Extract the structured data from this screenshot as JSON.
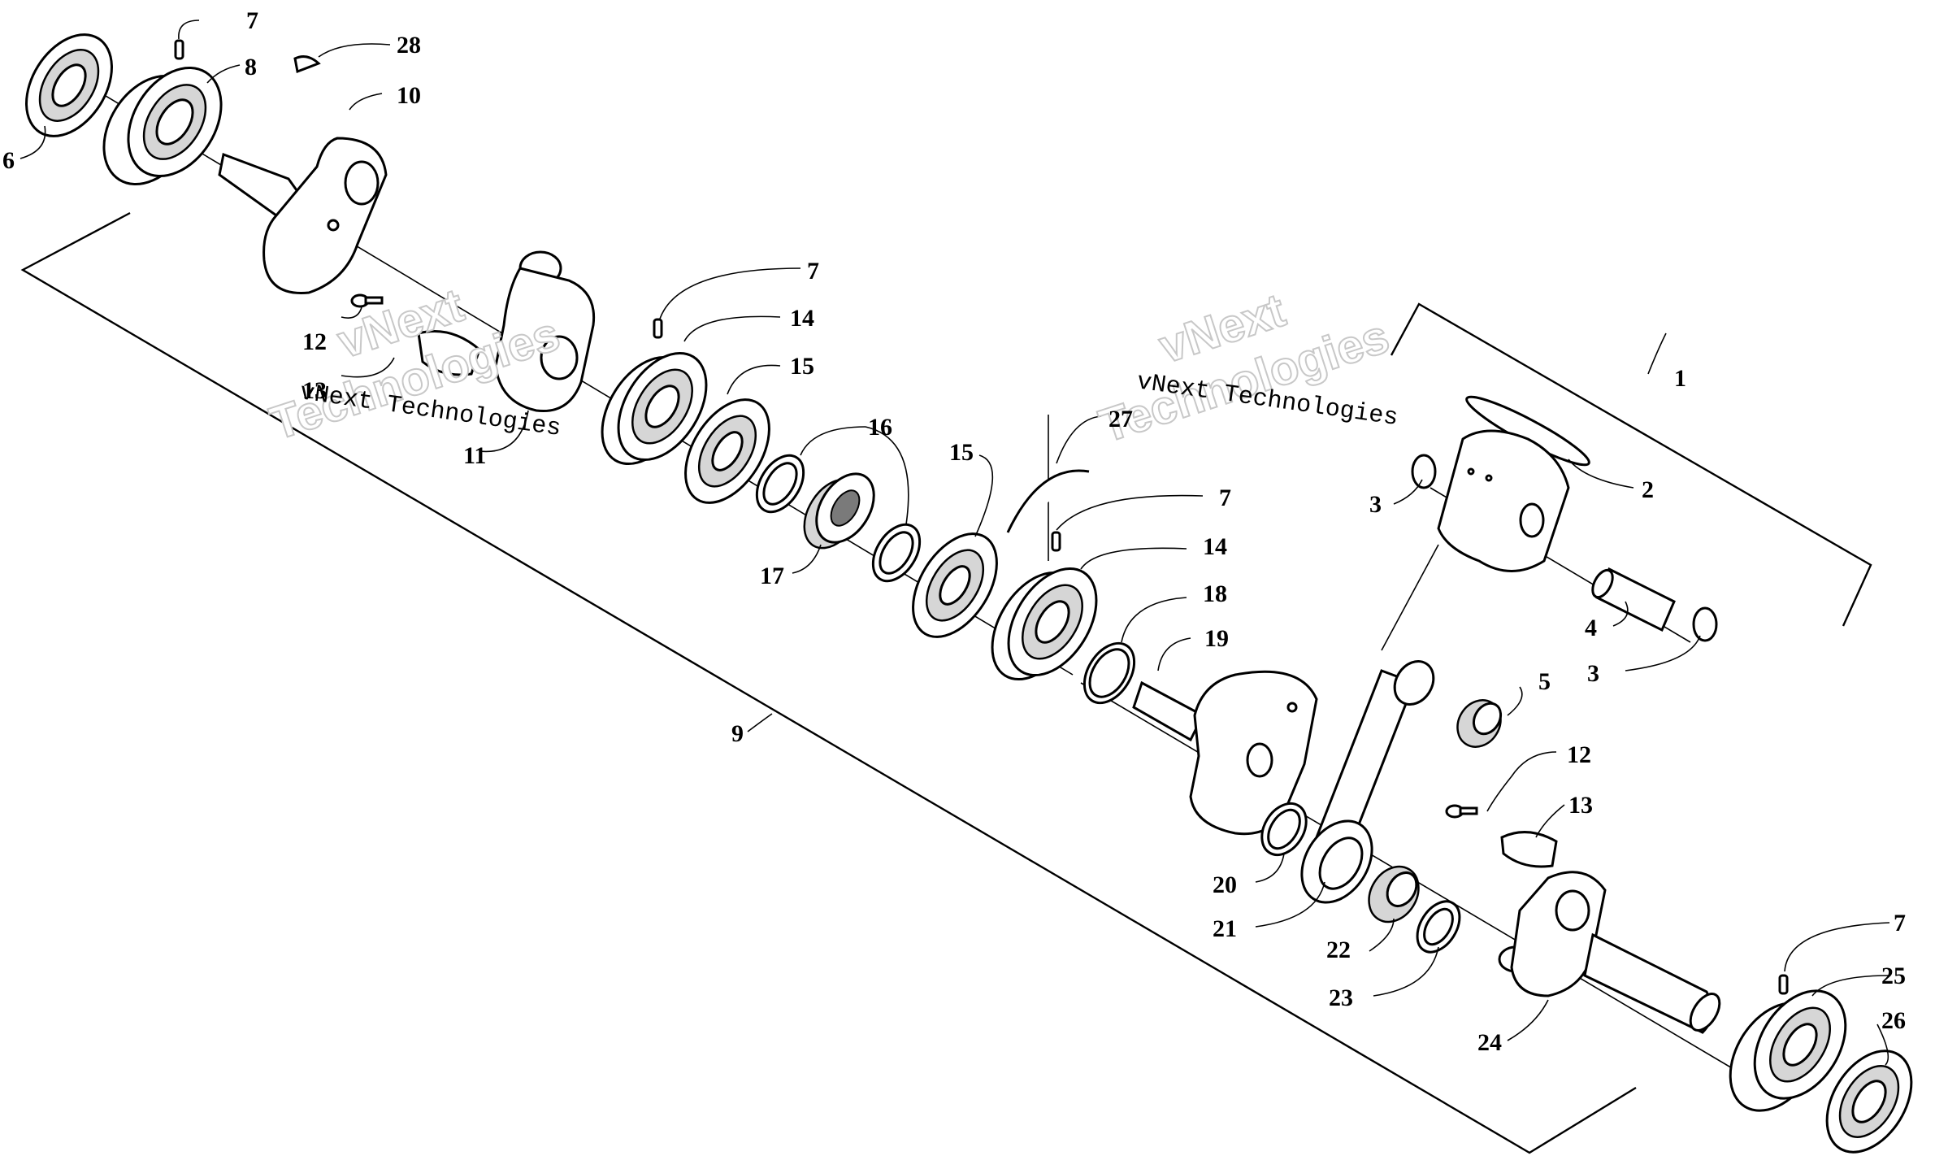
{
  "watermark": {
    "company": "vNext Technologies",
    "line1": "vNext",
    "line2": "Technologies"
  },
  "callouts": [
    {
      "id": "c-7a",
      "text": "7"
    },
    {
      "id": "c-8",
      "text": "8"
    },
    {
      "id": "c-28",
      "text": "28"
    },
    {
      "id": "c-10",
      "text": "10"
    },
    {
      "id": "c-6",
      "text": "6"
    },
    {
      "id": "c-12a",
      "text": "12"
    },
    {
      "id": "c-13a",
      "text": "13"
    },
    {
      "id": "c-11",
      "text": "11"
    },
    {
      "id": "c-7b",
      "text": "7"
    },
    {
      "id": "c-14a",
      "text": "14"
    },
    {
      "id": "c-15a",
      "text": "15"
    },
    {
      "id": "c-16",
      "text": "16"
    },
    {
      "id": "c-17",
      "text": "17"
    },
    {
      "id": "c-15b",
      "text": "15"
    },
    {
      "id": "c-27",
      "text": "27"
    },
    {
      "id": "c-7c",
      "text": "7"
    },
    {
      "id": "c-14b",
      "text": "14"
    },
    {
      "id": "c-18",
      "text": "18"
    },
    {
      "id": "c-19",
      "text": "19"
    },
    {
      "id": "c-9",
      "text": "9"
    },
    {
      "id": "c-1",
      "text": "1"
    },
    {
      "id": "c-2",
      "text": "2"
    },
    {
      "id": "c-3a",
      "text": "3"
    },
    {
      "id": "c-4",
      "text": "4"
    },
    {
      "id": "c-3b",
      "text": "3"
    },
    {
      "id": "c-5",
      "text": "5"
    },
    {
      "id": "c-12b",
      "text": "12"
    },
    {
      "id": "c-13b",
      "text": "13"
    },
    {
      "id": "c-20",
      "text": "20"
    },
    {
      "id": "c-21",
      "text": "21"
    },
    {
      "id": "c-22",
      "text": "22"
    },
    {
      "id": "c-23",
      "text": "23"
    },
    {
      "id": "c-24",
      "text": "24"
    },
    {
      "id": "c-7d",
      "text": "7"
    },
    {
      "id": "c-25",
      "text": "25"
    },
    {
      "id": "c-26",
      "text": "26"
    }
  ]
}
